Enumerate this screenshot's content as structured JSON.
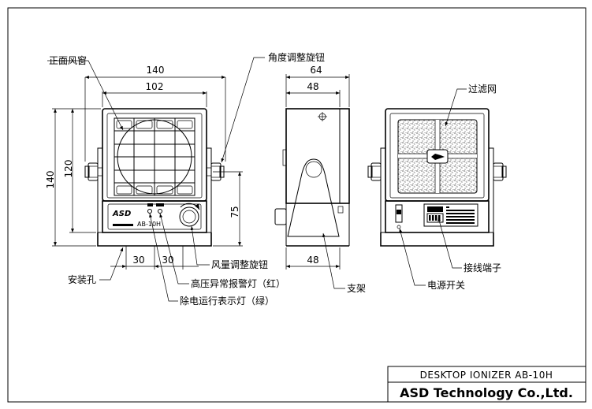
{
  "front_view": {
    "labels": {
      "front_grille": "正面风窗",
      "angle_knob": "角度调整旋钮",
      "mount_holes": "安装孔",
      "air_volume_knob": "风量调整旋钮",
      "hv_alarm_lamp": "高压异常报警灯（红）",
      "power_run_lamp": "除电运行表示灯（绿）"
    },
    "panel_text": {
      "logo": "ASD",
      "model": "AB-10H"
    },
    "dimensions": {
      "overall_width": "140",
      "inner_width": "102",
      "overall_height": "140",
      "inner_height": "120",
      "side_height": "75",
      "hole_spacing_1": "30",
      "hole_spacing_2": "30"
    }
  },
  "side_view": {
    "labels": {
      "stand": "支架"
    },
    "dimensions": {
      "top_depth": "64",
      "body_depth": "48",
      "base_depth": "48"
    }
  },
  "rear_view": {
    "labels": {
      "filter": "过滤网",
      "terminal_block": "接线端子",
      "power_switch": "电源开关"
    }
  },
  "title_block": {
    "product": "DESKTOP IONIZER AB-10H",
    "company": "ASD Technology Co.,Ltd."
  }
}
